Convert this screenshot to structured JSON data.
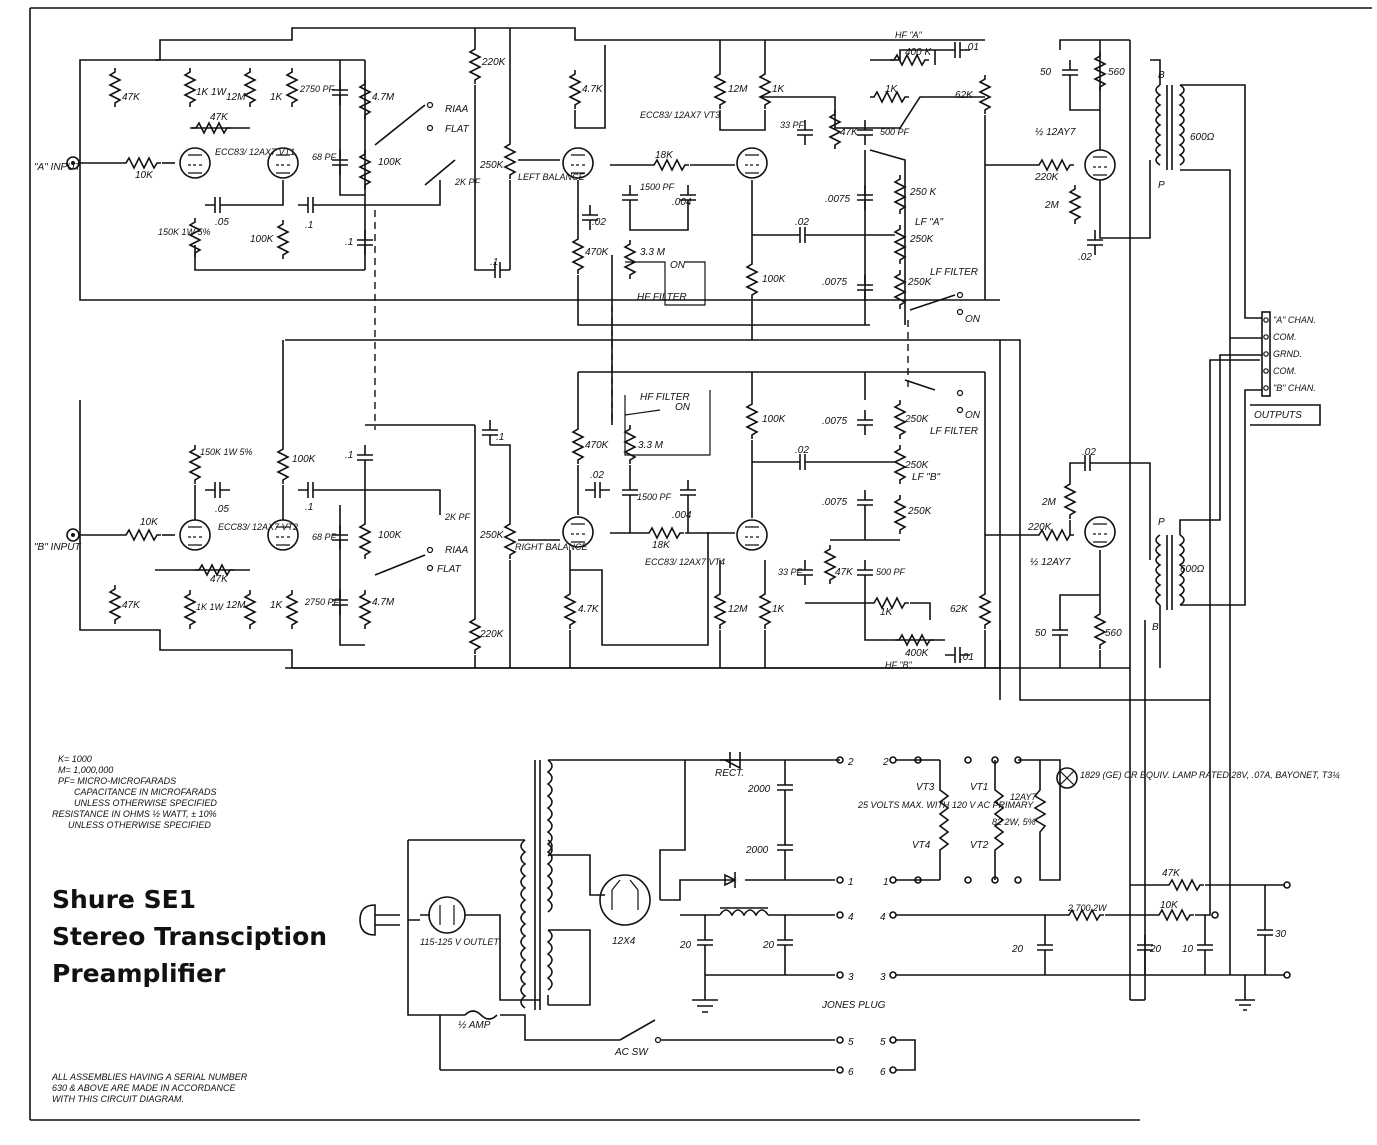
{
  "title": {
    "line1": "Shure SE1",
    "line2": "Stereo Transciption",
    "line3": "Preamplifier"
  },
  "notes": {
    "k": "K= 1000",
    "m": "M= 1,000,000",
    "pf": "PF= MICRO-MICROFARADS",
    "cap1": "CAPACITANCE IN MICROFARADS",
    "cap2": "UNLESS OTHERWISE SPECIFIED",
    "res1": "RESISTANCE IN OHMS ½ WATT, ± 10%",
    "res2": "UNLESS OTHERWISE SPECIFIED",
    "serial1": "ALL ASSEMBLIES HAVING A SERIAL NUMBER",
    "serial2": "630 & ABOVE ARE MADE IN ACCORDANCE",
    "serial3": "WITH THIS CIRCUIT DIAGRAM."
  },
  "inputs": {
    "a_input": "\"A\" INPUT",
    "b_input": "\"B\" INPUT"
  },
  "outputs": {
    "heading": "OUTPUTS",
    "a_chan": "\"A\" CHAN.",
    "com1": "COM.",
    "grnd": "GRND.",
    "com2": "COM.",
    "b_chan": "\"B\" CHAN."
  },
  "channel_a": {
    "r_47k": "47K",
    "r_10k": "10K",
    "r_1k_1w": "1K 1W",
    "r_12m": "12M",
    "r_47k_fb": "47K",
    "r_1k": "1K",
    "tube": "ECC83/ 12AX7 VT1",
    "c_2750": "2750 PF",
    "r_47m": "4.7M",
    "c_68": "68 PF",
    "r_100k": "100K",
    "riaa": "RIAA",
    "flat": "FLAT",
    "c_2k": "2K PF",
    "r_150k": "150K 1W 5%",
    "c_05": ".05",
    "r_100k_b": "100K",
    "c_1a": ".1",
    "c_1b": ".1",
    "r_220k": "220K",
    "r_250k": "250K",
    "left_balance": "LEFT BALANCE",
    "c_1c": ".1",
    "r_47k_vt3": "4.7K",
    "tube3": "ECC83/ 12AX7 VT3",
    "r_18k": "18K",
    "c_1500": "1500 PF",
    "c_004": ".004",
    "c_02": ".02",
    "r_470k": "470K",
    "r_33m": "3.3 M",
    "on": "ON",
    "hf_filter": "HF FILTER",
    "r_12m_b": "12M",
    "r_1k_b": "1K",
    "c_33": "33 PF",
    "r_47k_tone": "47K",
    "c_500": "500 PF",
    "hf_a": "HF \"A\"",
    "r_400k": "400 K",
    "c_01": ".01",
    "r_1k_tone": "1K",
    "r_62k": "62K",
    "c_0075a": ".0075",
    "r_250k_a": "250 K",
    "c_02b": ".02",
    "lf_a": "LF \"A\"",
    "r_250k_lf": "250K",
    "r_100k_c": "100K",
    "c_0075b": ".0075",
    "lf_filter": "LF FILTER",
    "r_250k_b": "250K",
    "on2": "ON",
    "c_50": "50",
    "r_560": "560",
    "half_12ay7": "½ 12AY7",
    "r_220k_b": "220K",
    "r_2m": "2M",
    "c_02c": ".02",
    "xfmr": "600Ω",
    "b": "B",
    "p": "P"
  },
  "channel_b": {
    "r_150k": "150K 1W 5%",
    "r_100k": "100K",
    "c_1a": ".1",
    "c_05": ".05",
    "c_1b": ".1",
    "r_10k": "10K",
    "tube": "ECC83/ 12AX7 VT2",
    "c_68": "68 PF",
    "r_100k_b": "100K",
    "c_2k": "2K PF",
    "riaa": "RIAA",
    "flat": "FLAT",
    "r_47k": "47K",
    "r_47k_in": "47K",
    "r_1k_1w": "1K 1W",
    "r_12m": "12M",
    "r_1k": "1K",
    "c_2750": "2750 PF",
    "r_47m": "4.7M",
    "c_1c": ".1",
    "r_250k": "250K",
    "right_balance": "RIGHT BALANCE",
    "r_220k": "220K",
    "hf_filter": "HF FILTER",
    "on": "ON",
    "r_470k": "470K",
    "r_33m": "3.3 M",
    "c_02": ".02",
    "c_1500": "1500 PF",
    "c_004": ".004",
    "r_18k": "18K",
    "tube4": "ECC83/ 12AX7 VT4",
    "r_47k_vt4": "4.7K",
    "r_12m_b": "12M",
    "r_1k_b": "1K",
    "r_100k_c": "100K",
    "c_0075a": ".0075",
    "c_02b": ".02",
    "r_250k_a": "250K",
    "on2": "ON",
    "lf_filter": "LF FILTER",
    "r_250k_lf": "250K",
    "lf_b": "LF \"B\"",
    "c_0075b": ".0075",
    "r_250k_b": "250K",
    "c_33": "33 PF",
    "r_47k_tone": "47K",
    "c_500": "500 PF",
    "r_1k_tone": "1K",
    "r_62k": "62K",
    "r_400k": "400K",
    "hf_b": "HF \"B\"",
    "c_01": ".01",
    "c_02c": ".02",
    "r_2m": "2M",
    "r_220k_b": "220K",
    "half_12ay7": "½ 12AY7",
    "c_50": "50",
    "r_560": "560",
    "xfmr": "600Ω",
    "p": "P",
    "b": "B"
  },
  "power": {
    "rect": "RECT.",
    "c_2000a": "2000",
    "c_2000b": "2000",
    "tube": "12X4",
    "c_20a": "20",
    "c_20b": "20",
    "outlet": "115-125 V OUTLET",
    "fuse": "½ AMP",
    "ac_sw": "AC SW",
    "jones_plug": "JONES PLUG",
    "pin1": "1",
    "pin2": "2",
    "pin3": "3",
    "pin4": "4",
    "pin5": "5",
    "pin6": "6",
    "heater_note": "25 VOLTS MAX. WITH 120 V AC PRIMARY",
    "vt3": "VT3",
    "vt4": "VT4",
    "vt1": "VT1",
    "vt2": "VT2",
    "h_12ay7": "12AY7",
    "r_82": "82 2W, 5%",
    "lamp": "1829 (GE) OR EQUIV. LAMP RATED 28V, .07A, BAYONET, T3¼",
    "pin2b": "2",
    "pin1b": "1",
    "pin4b": "4",
    "pin3b": "3",
    "pin5b": "5",
    "pin6b": "6",
    "r_47k": "47K",
    "r_2700": "2,700 2W",
    "r_10k": "10K",
    "c_20c": "20",
    "c_20d": "20",
    "c_10": "10",
    "c_30": "30"
  }
}
